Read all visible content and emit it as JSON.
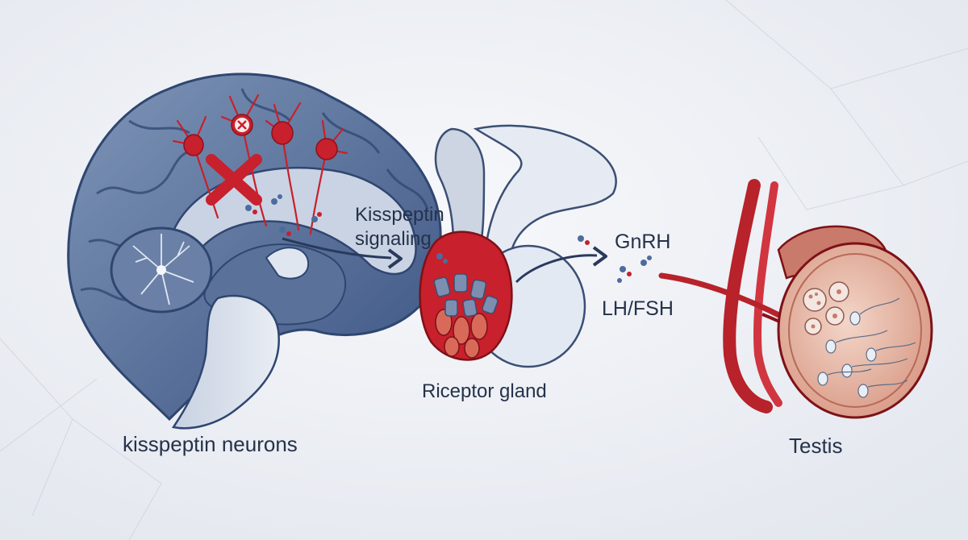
{
  "labels": {
    "kisspeptin_neurons": "kisspeptin neurons",
    "kisspeptin_signaling_line1": "Kisspeptin",
    "kisspeptin_signaling_line2": "signaling",
    "receptor_gland": "Riceptor gland",
    "gnrh": "GnRH",
    "lh_fsh": "LH/FSH",
    "testis": "Testis"
  },
  "colors": {
    "background": "#eef0f4",
    "brain_dark": "#3d5a87",
    "brain_light": "#c9d3e3",
    "neuron_red": "#c8202c",
    "vessel_red": "#b8222a",
    "testis_tissue": "#e6b5a4",
    "arrow": "#2a3a5c",
    "text": "#25324a"
  },
  "icons": {
    "blocked_marker": "x-mark-icon",
    "flow_arrow": "arrow-right-icon"
  }
}
